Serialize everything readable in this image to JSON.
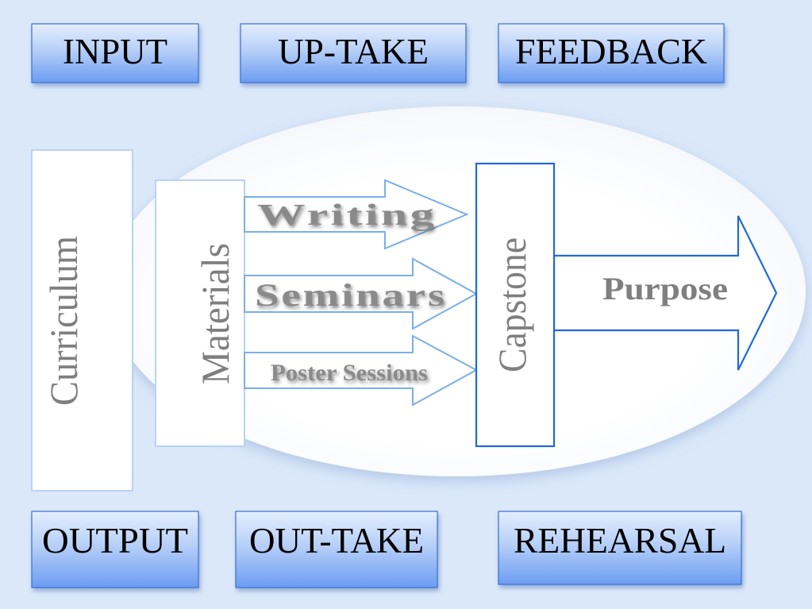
{
  "top_boxes": {
    "input": "INPUT",
    "uptake": "UP-TAKE",
    "feedback": "FEEDBACK"
  },
  "bottom_boxes": {
    "output": "OUTPUT",
    "outtake": "OUT-TAKE",
    "rehearsal": "REHEARSAL"
  },
  "center": {
    "curriculum": "Curriculum",
    "materials": "Materials",
    "capstone": "Capstone",
    "purpose": "Purpose"
  },
  "arrows": {
    "writing": "Writing",
    "seminars": "Seminars",
    "poster_sessions": "Poster Sessions"
  },
  "colors": {
    "background": "#dbe8fa",
    "box_gradient_top": "#e2ecfd",
    "box_gradient_bottom": "#6e9ff3",
    "box_border": "#3a6fd0",
    "arrow_stroke": "#7aaeea",
    "capstone_stroke": "#1f6ad6",
    "label_gray": "#7f7f7f"
  }
}
